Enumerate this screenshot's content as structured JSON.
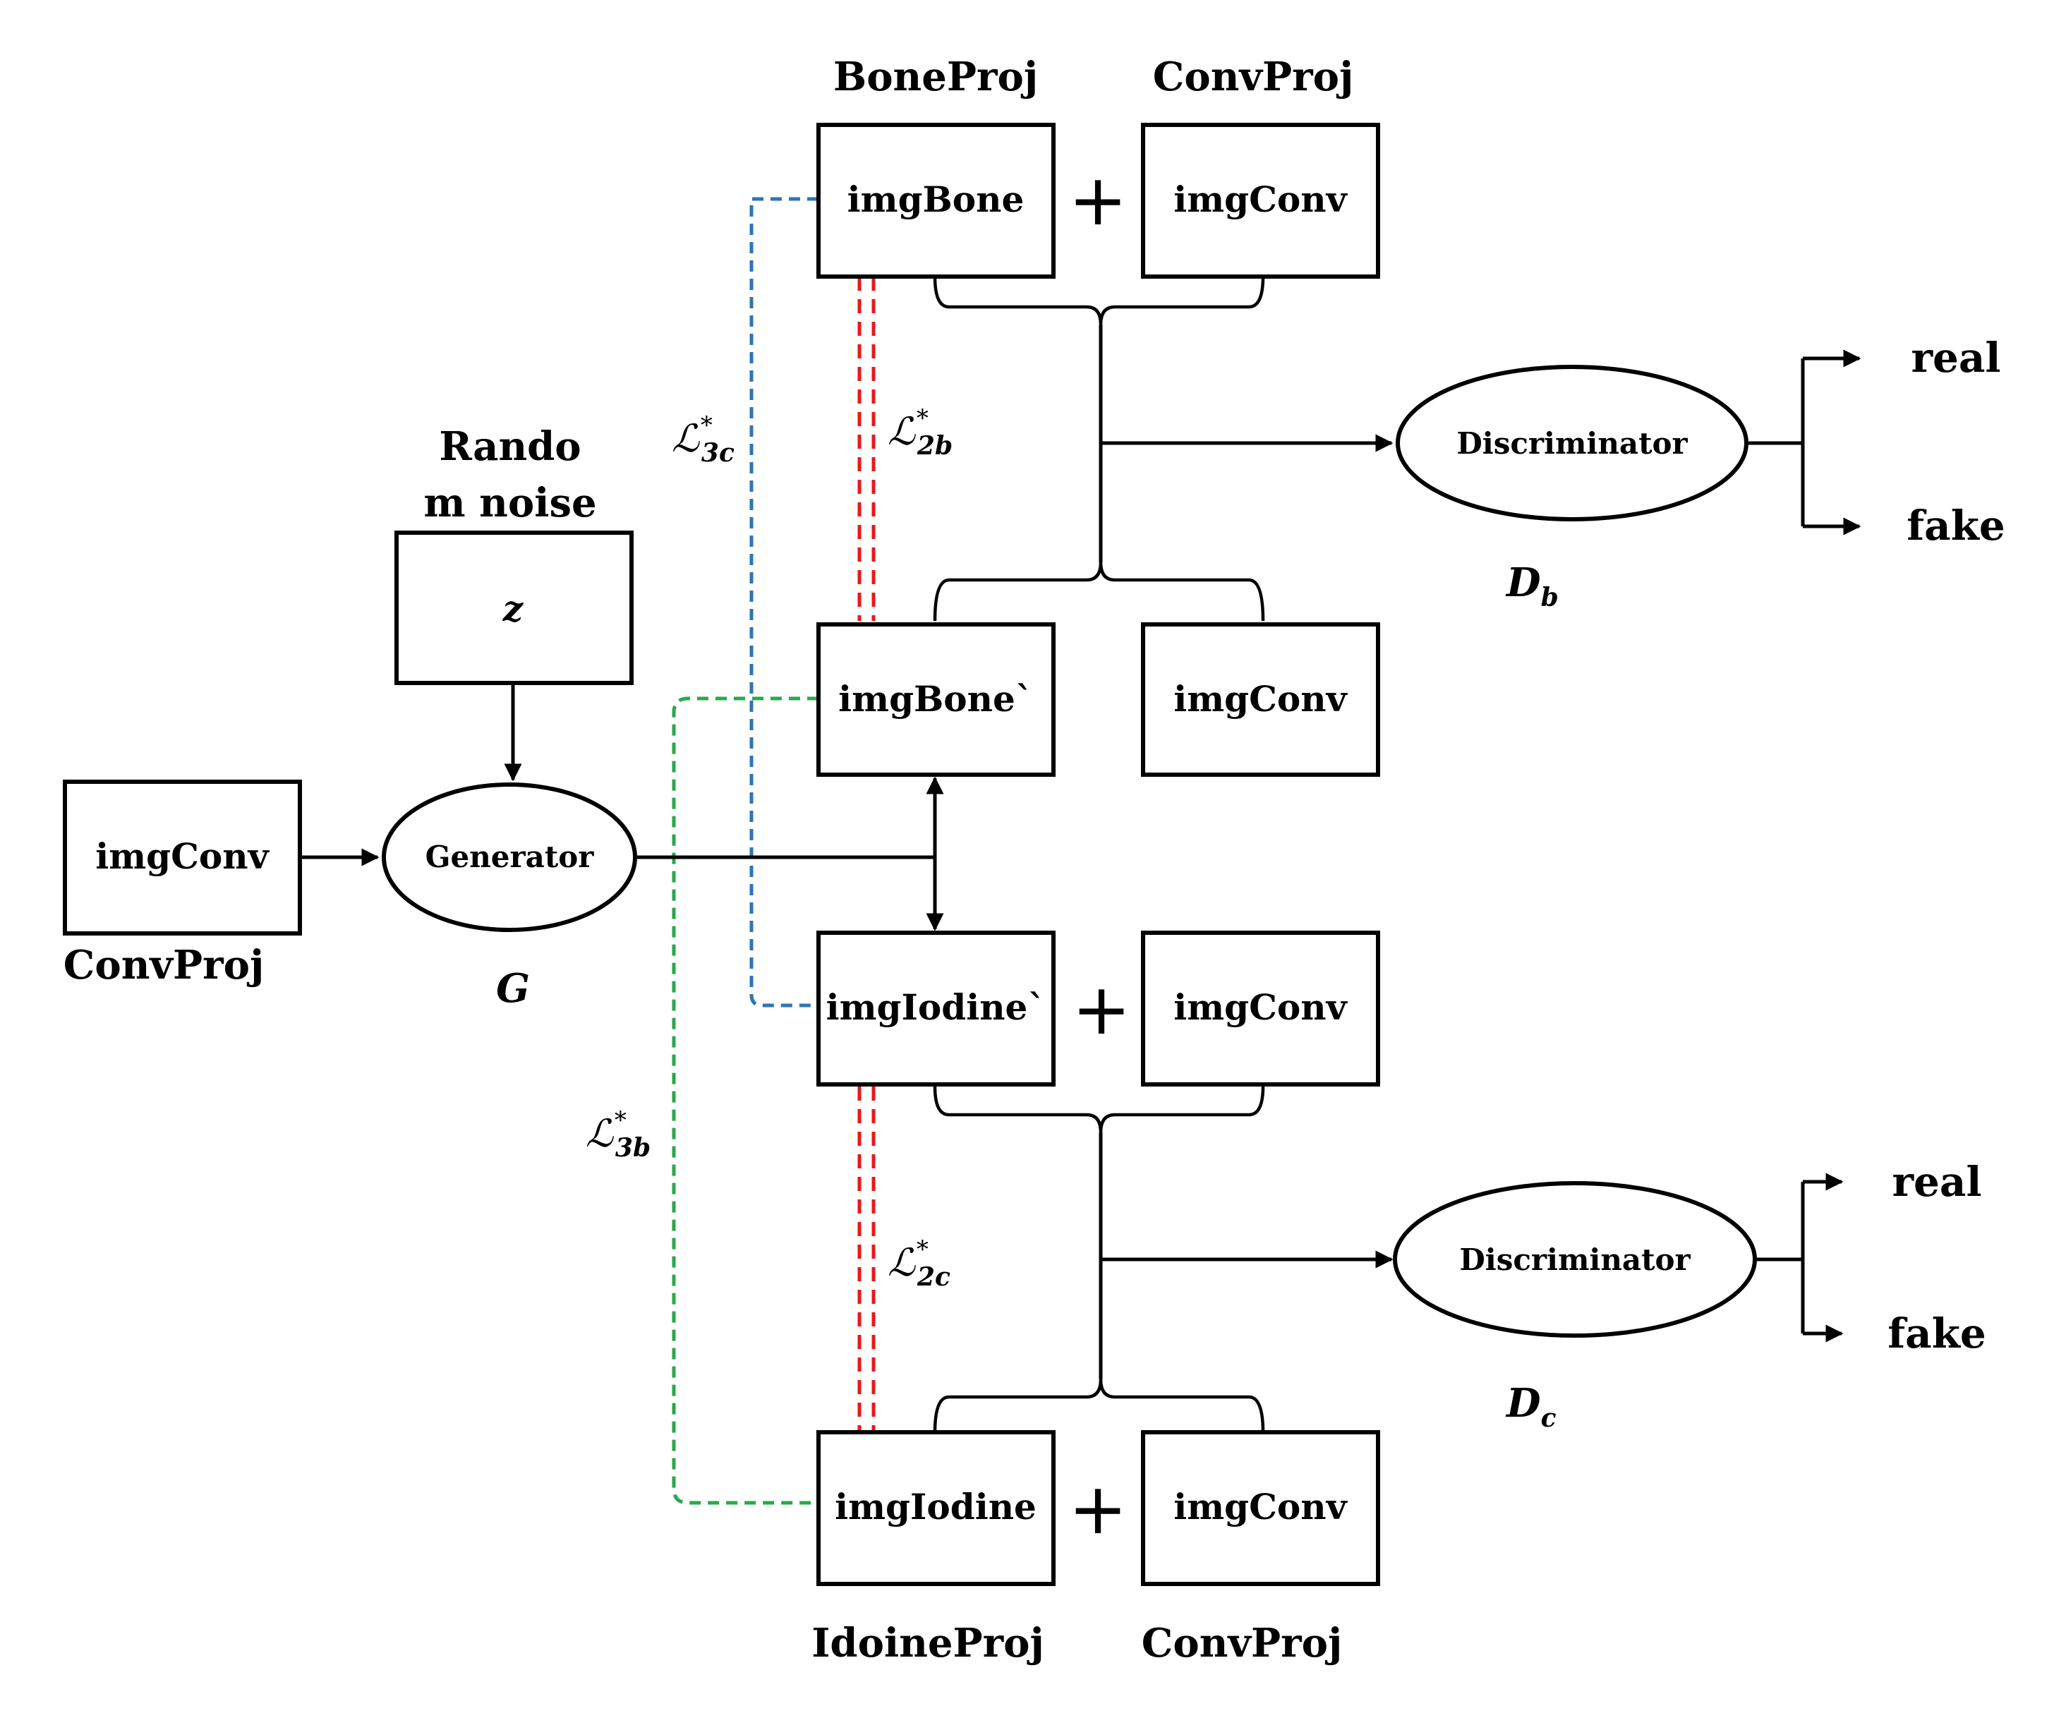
{
  "nodes": {
    "top_bone": {
      "label": "imgBone",
      "caption": "BoneProj"
    },
    "top_conv": {
      "label": "imgConv",
      "caption": "ConvProj"
    },
    "mid_bone": {
      "label": "imgBone`"
    },
    "mid_conv": {
      "label": "imgConv"
    },
    "iodine_pred": {
      "label": "imgIodine`"
    },
    "iodine_pred_conv": {
      "label": "imgConv"
    },
    "bot_iodine": {
      "label": "imgIodine",
      "caption": "IdoineProj"
    },
    "bot_conv": {
      "label": "imgConv",
      "caption": "ConvProj"
    },
    "input_conv": {
      "label": "imgConv",
      "caption": "ConvProj"
    },
    "noise": {
      "label": "z",
      "caption_line1": "Rando",
      "caption_line2": "m noise"
    },
    "generator": {
      "label": "Generator",
      "caption": "G"
    },
    "disc_bone": {
      "label": "Discriminator",
      "caption_main": "D",
      "caption_sub": "b"
    },
    "disc_iodine": {
      "label": "Discriminator",
      "caption_main": "D",
      "caption_sub": "c"
    }
  },
  "plus_sign": "+",
  "outputs": {
    "bone_real": "real",
    "bone_fake": "fake",
    "iodine_real": "real",
    "iodine_fake": "fake"
  },
  "losses": {
    "l3c": {
      "symbol": "ℒ",
      "sup": "*",
      "sub": "3c"
    },
    "l2b": {
      "symbol": "ℒ",
      "sup": "*",
      "sub": "2b"
    },
    "l3b": {
      "symbol": "ℒ",
      "sup": "*",
      "sub": "3b"
    },
    "l2c": {
      "symbol": "ℒ",
      "sup": "*",
      "sub": "2c"
    }
  },
  "colors": {
    "loss_3c_line": "#2e75b6",
    "loss_3b_line": "#2aa84a",
    "loss_2_lines": "#e8191b"
  }
}
